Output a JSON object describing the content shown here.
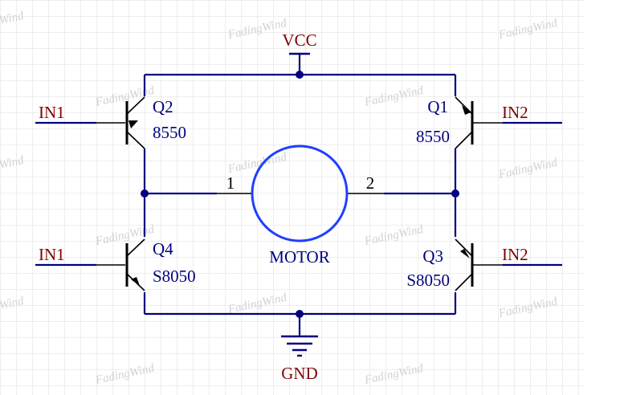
{
  "schematic": {
    "power_label": "VCC",
    "ground_label": "GND",
    "motor": {
      "label": "MOTOR",
      "pin1": "1",
      "pin2": "2"
    },
    "transistors": [
      {
        "ref": "Q2",
        "value": "8550",
        "input": "IN1",
        "type": "PNP"
      },
      {
        "ref": "Q1",
        "value": "8550",
        "input": "IN2",
        "type": "PNP"
      },
      {
        "ref": "Q4",
        "value": "S8050",
        "input": "IN1",
        "type": "NPN"
      },
      {
        "ref": "Q3",
        "value": "S8050",
        "input": "IN2",
        "type": "NPN"
      }
    ],
    "watermark": "FadingWind"
  },
  "colors": {
    "wire": "#000080",
    "label": "#800000",
    "motor": "#1f3fff",
    "grid": "#dcdcdc",
    "junction": "#000080",
    "watermark": "#c8c8c8"
  }
}
